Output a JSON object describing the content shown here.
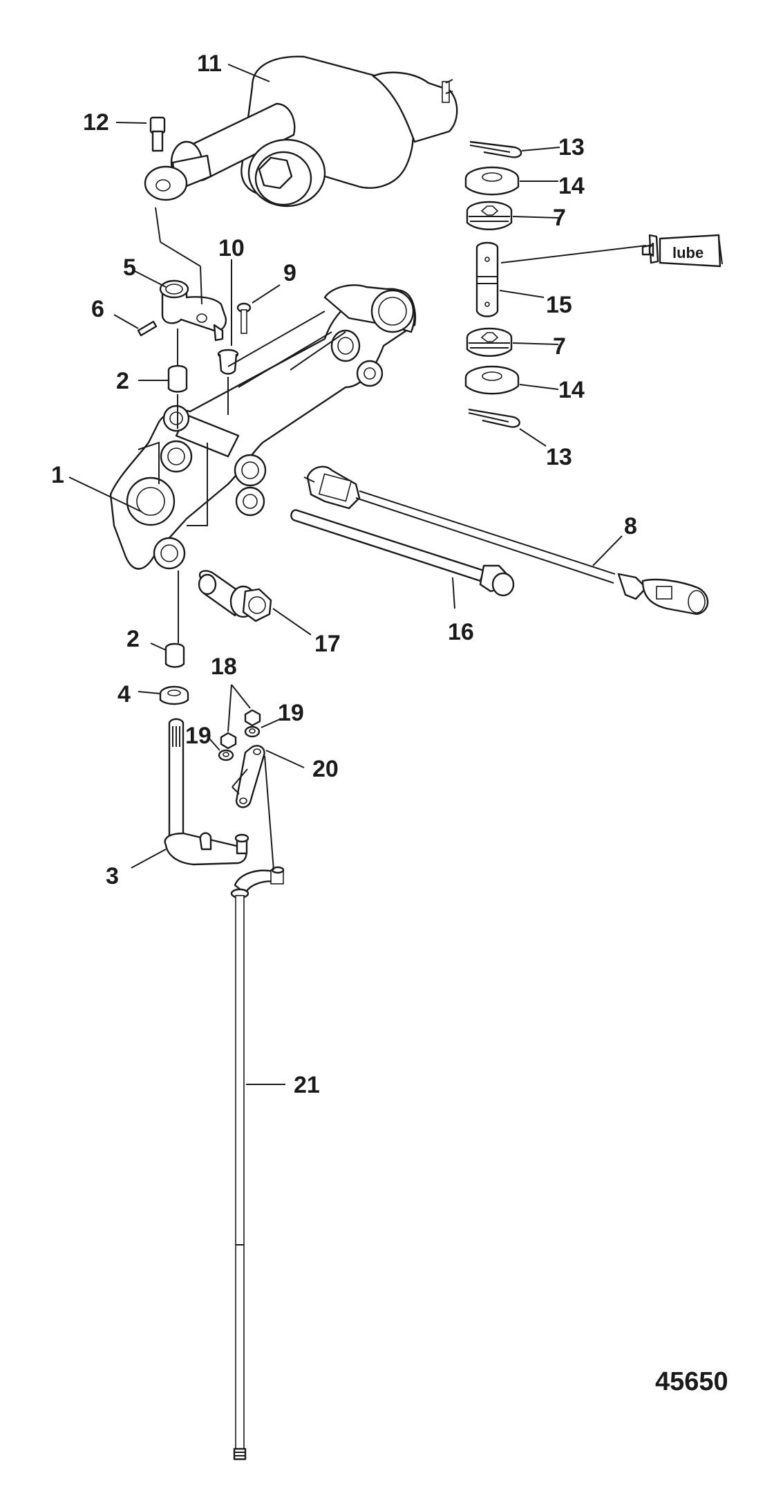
{
  "diagram": {
    "figure_number": "45650",
    "lube_label": "lube",
    "callouts": [
      {
        "id": "c1",
        "label": "1"
      },
      {
        "id": "c2a",
        "label": "2"
      },
      {
        "id": "c2b",
        "label": "2"
      },
      {
        "id": "c3",
        "label": "3"
      },
      {
        "id": "c4",
        "label": "4"
      },
      {
        "id": "c5",
        "label": "5"
      },
      {
        "id": "c6",
        "label": "6"
      },
      {
        "id": "c7a",
        "label": "7"
      },
      {
        "id": "c7b",
        "label": "7"
      },
      {
        "id": "c8",
        "label": "8"
      },
      {
        "id": "c9",
        "label": "9"
      },
      {
        "id": "c10",
        "label": "10"
      },
      {
        "id": "c11",
        "label": "11"
      },
      {
        "id": "c12",
        "label": "12"
      },
      {
        "id": "c13a",
        "label": "13"
      },
      {
        "id": "c13b",
        "label": "13"
      },
      {
        "id": "c14a",
        "label": "14"
      },
      {
        "id": "c14b",
        "label": "14"
      },
      {
        "id": "c15",
        "label": "15"
      },
      {
        "id": "c16",
        "label": "16"
      },
      {
        "id": "c17",
        "label": "17"
      },
      {
        "id": "c18",
        "label": "18"
      },
      {
        "id": "c19a",
        "label": "19"
      },
      {
        "id": "c19b",
        "label": "19"
      },
      {
        "id": "c20",
        "label": "20"
      },
      {
        "id": "c21",
        "label": "21"
      }
    ]
  }
}
